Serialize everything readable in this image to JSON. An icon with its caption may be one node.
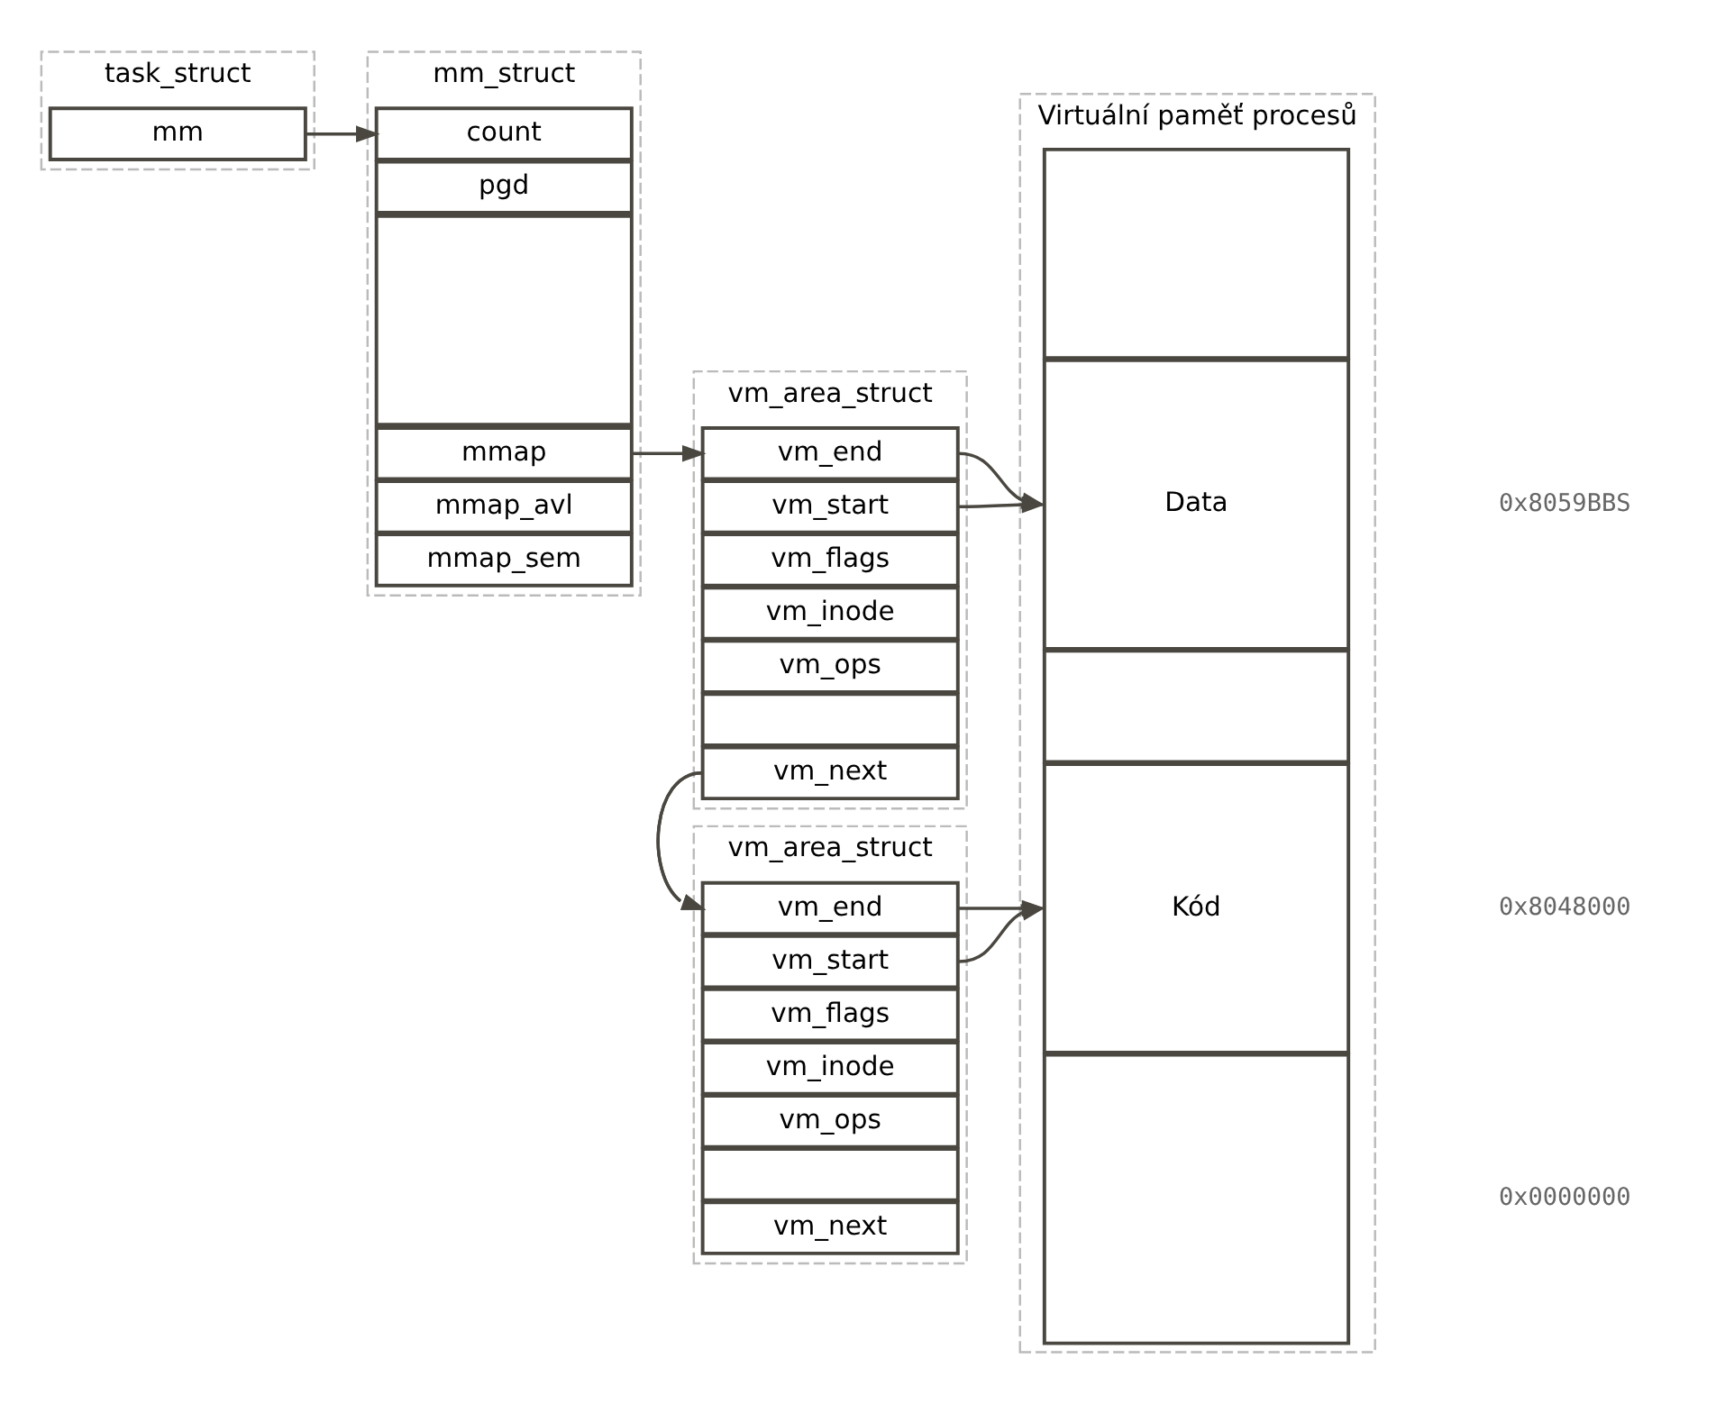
{
  "diagram": {
    "nodes": [
      {
        "text": [
          "task_struct"
        ]
      },
      {
        "text": [
          "mm"
        ],
        "in": 0
      },
      {
        "text": [
          "mm_struct"
        ]
      },
      {
        "text": [
          "count"
        ],
        "in": 2
      },
      {
        "text": [
          "pgd"
        ],
        "in": 2
      },
      {
        "text": [],
        "shape": "box",
        "in": 2
      },
      {
        "text": [
          "mmap"
        ],
        "in": 2
      },
      {
        "text": [
          "mmap_avl"
        ],
        "in": 2
      },
      {
        "text": [
          "mmap_sem"
        ],
        "in": 2
      },
      {
        "text": [
          "vm_area_struct"
        ]
      },
      {
        "text": [
          "vm_end"
        ],
        "in": 9
      },
      {
        "text": [
          "vm_start"
        ],
        "in": 9
      },
      {
        "text": [
          "vm_flags"
        ],
        "in": 9
      },
      {
        "text": [
          "vm_inode"
        ],
        "in": 9
      },
      {
        "text": [
          "vm_ops"
        ],
        "in": 9
      },
      {
        "text": [],
        "shape": "box",
        "in": 9
      },
      {
        "text": [
          "vm_next"
        ],
        "in": 9
      },
      {
        "text": [
          "vm_area_struct"
        ]
      },
      {
        "text": [
          "vm_end"
        ],
        "in": 17
      },
      {
        "text": [
          "vm_start"
        ],
        "in": 17
      },
      {
        "text": [
          "vm_flags"
        ],
        "in": 17
      },
      {
        "text": [
          "vm_inode"
        ],
        "in": 17
      },
      {
        "text": [
          "vm_ops"
        ],
        "in": 17
      },
      {
        "text": [],
        "shape": "box",
        "in": 17
      },
      {
        "text": [
          "vm_next"
        ],
        "in": 17
      },
      {
        "text": [
          "Virtuální paměť procesů"
        ]
      },
      {
        "text": [],
        "shape": "box",
        "in": 25
      },
      {
        "text": [
          "Data"
        ],
        "in": 25
      },
      {
        "text": [],
        "shape": "box",
        "in": 25
      },
      {
        "text": [
          "Kód"
        ],
        "in": 25
      },
      {
        "text": [],
        "shape": "box",
        "in": 25
      }
    ],
    "edges": [
      {
        "from": 1,
        "to": 3,
        "arrow": "to"
      },
      {
        "from": 6,
        "to": 10,
        "arrow": "to"
      },
      {
        "from": 10,
        "to": 27,
        "arrow": "to"
      },
      {
        "from": 11,
        "to": 27,
        "arrow": "to"
      },
      {
        "from": 16,
        "to": 18,
        "arrow": "to"
      },
      {
        "from": 18,
        "to": 29,
        "arrow": "to"
      },
      {
        "from": 19,
        "to": 29,
        "arrow": "to"
      }
    ],
    "labels": [
      "0x8059BBS",
      "0x8048000",
      "0x0000000"
    ]
  }
}
